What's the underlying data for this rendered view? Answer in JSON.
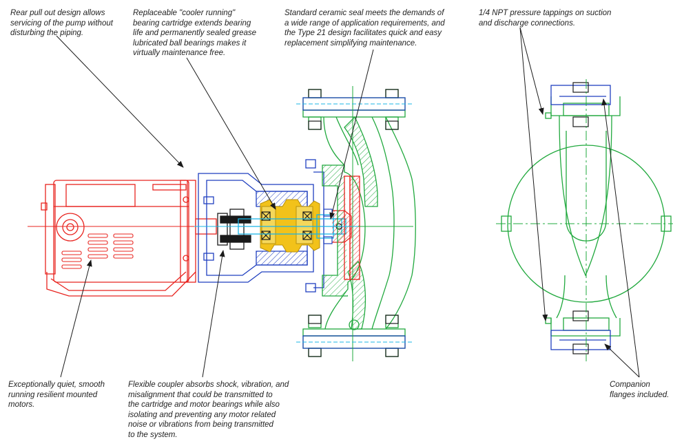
{
  "callouts": {
    "rear_pull_out": "Rear pull out design allows\nservicing of the pump without\ndisturbing the piping.",
    "bearing_cartridge": "Replaceable \"cooler running\"\nbearing cartridge extends bearing\nlife and permanently sealed grease\nlubricated ball bearings makes it\nvirtually maintenance free.",
    "ceramic_seal": "Standard ceramic seal meets the demands of\na wide range of application requirements, and\nthe Type 21 design  facilitates quick and easy\nreplacement simplifying maintenance.",
    "npt_tappings": "1/4 NPT pressure tappings on suction\nand discharge connections.",
    "quiet_motor": "Exceptionally quiet, smooth\nrunning resilient mounted\nmotors.",
    "flexible_coupler": "Flexible coupler absorbs shock, vibration, and\nmisalignment that could be transmitted to\nthe cartridge and motor bearings while also\nisolating and preventing any motor related\nnoise or vibrations from being transmitted\nto the system.",
    "companion_flanges": "Companion\nflanges included."
  },
  "colors": {
    "motor": "#e8231e",
    "bracket": "#1f3fbf",
    "cartridge": "#f2c21a",
    "pump_body": "#1fa83c",
    "shaft": "#19b4e6",
    "leader": "#1a1a1a",
    "text": "#222222"
  }
}
